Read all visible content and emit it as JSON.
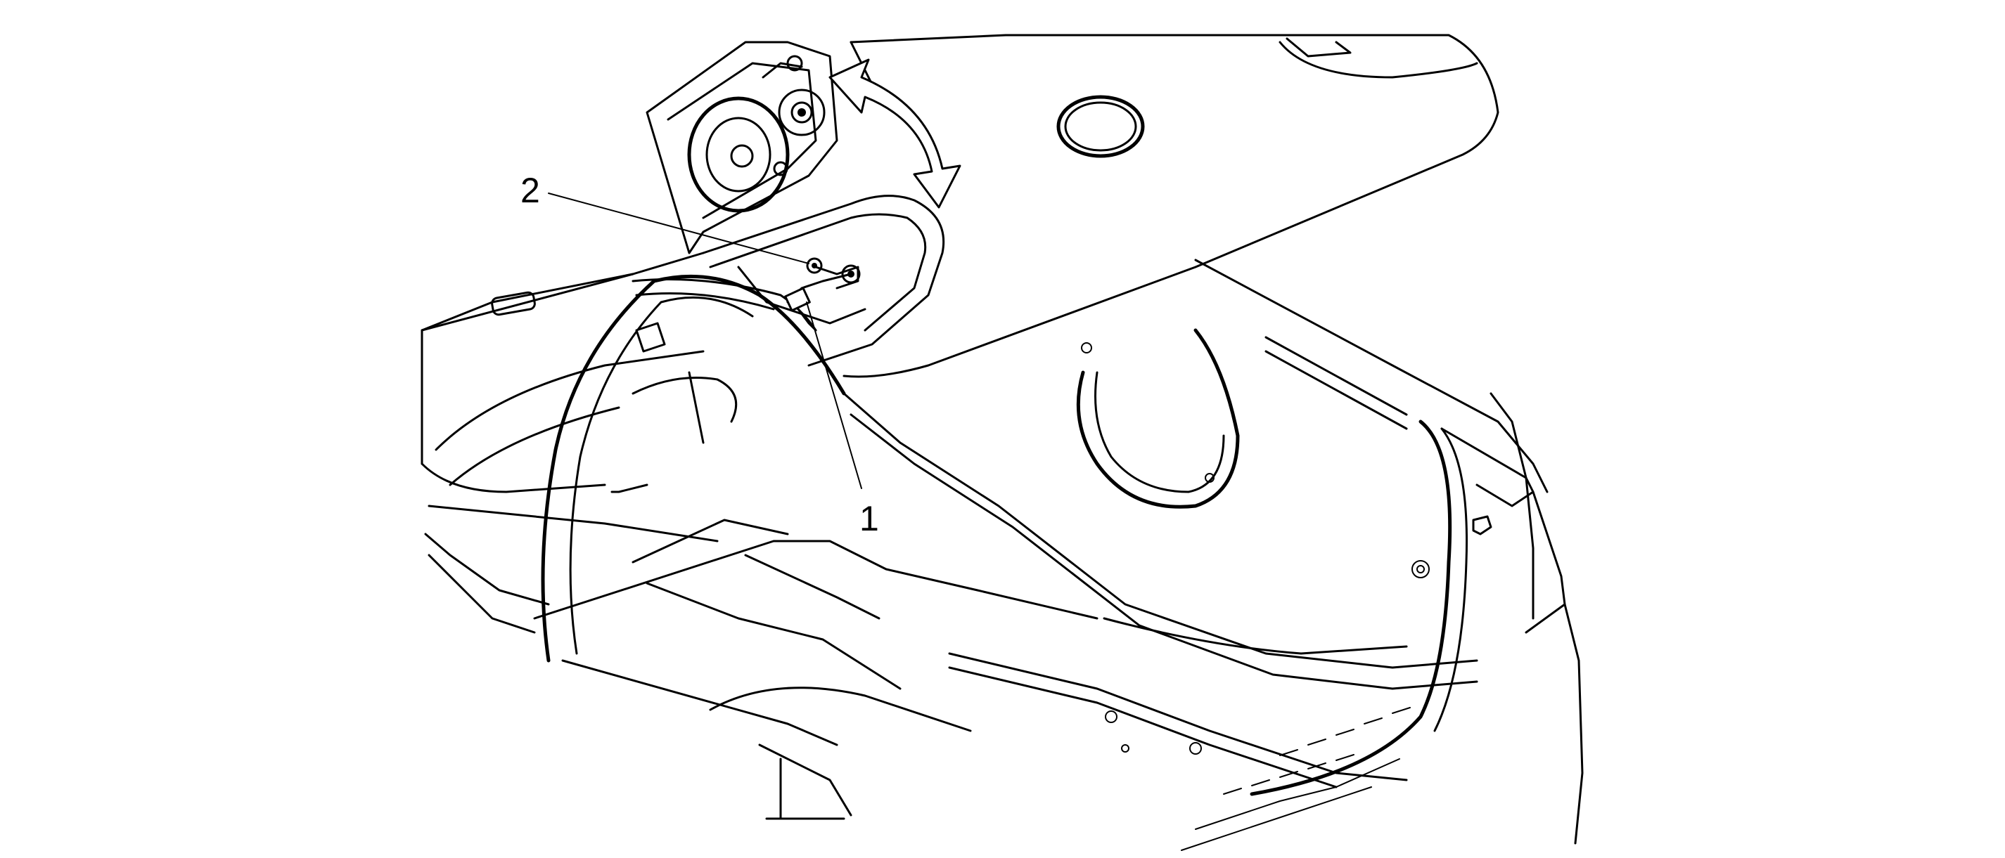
{
  "diagram": {
    "callouts": [
      {
        "id": "1",
        "label": "1"
      },
      {
        "id": "2",
        "label": "2"
      }
    ]
  },
  "colors": {
    "line": "#000000",
    "background": "#ffffff"
  }
}
